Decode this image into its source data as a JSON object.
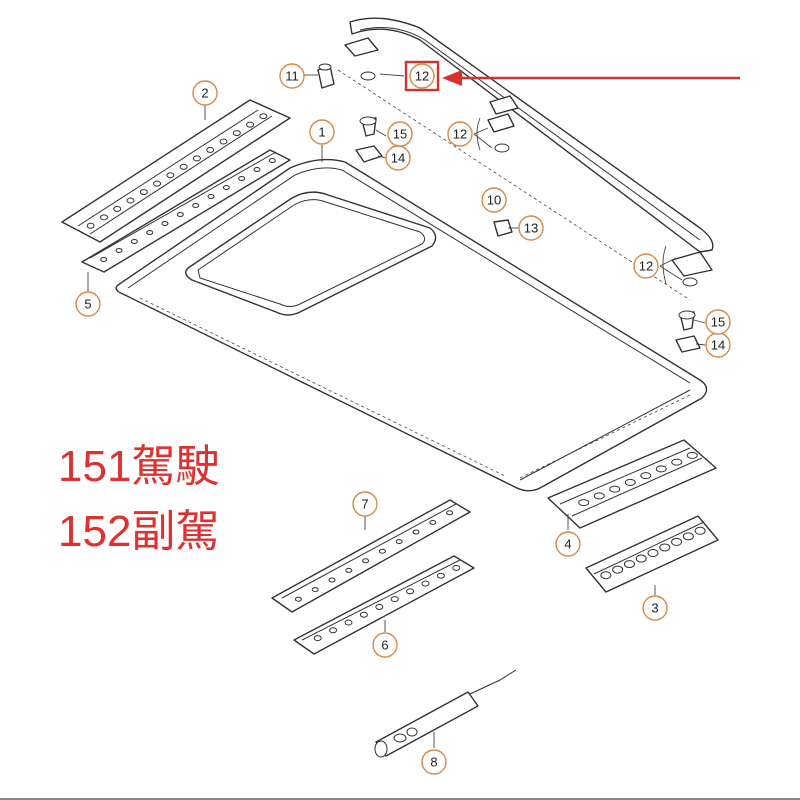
{
  "annotations": [
    {
      "text": "151駕駛"
    },
    {
      "text": "152副駕"
    }
  ],
  "callouts": [
    "1",
    "2",
    "3",
    "4",
    "5",
    "6",
    "7",
    "8",
    "10",
    "11",
    "12",
    "13",
    "14",
    "15"
  ],
  "highlight": {
    "label": "12",
    "color": "#d9302b"
  },
  "colors": {
    "annotation": "#e0302f",
    "arrow": "#d9302b",
    "callout_ring": "#d88a4a",
    "line": "#333333"
  }
}
